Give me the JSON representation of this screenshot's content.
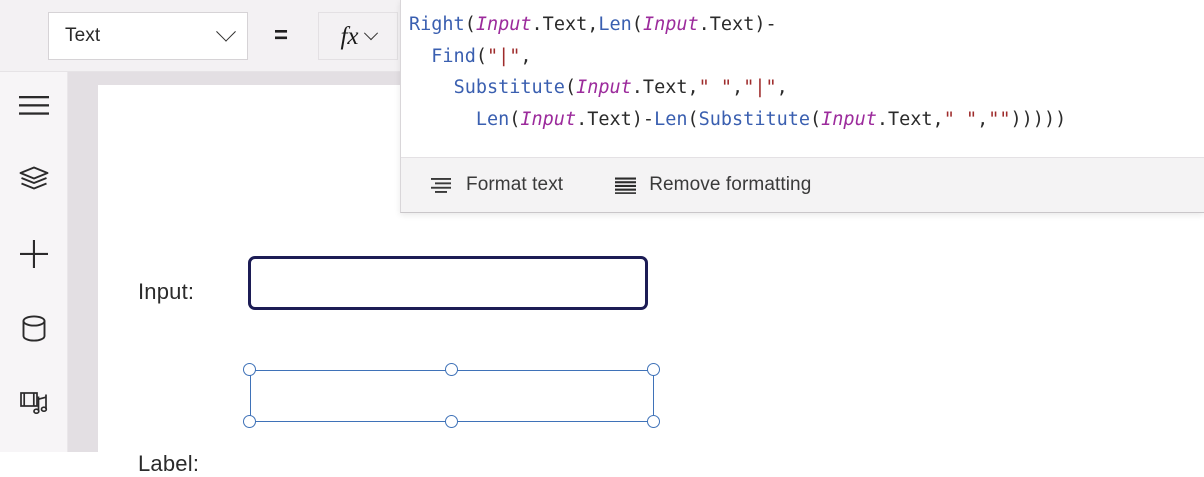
{
  "topbar": {
    "property_selector": {
      "selected": "Text",
      "icon": "chevron-down-icon"
    },
    "equals": "=",
    "fx_button": {
      "glyph": "fx",
      "icon": "chevron-down-icon"
    }
  },
  "formula_bar": {
    "lines": [
      [
        {
          "t": "Right",
          "c": "fn"
        },
        {
          "t": "(",
          "c": "punct"
        },
        {
          "t": "Input",
          "c": "ident"
        },
        {
          "t": ".Text,",
          "c": "prop"
        },
        {
          "t": "Len",
          "c": "fn"
        },
        {
          "t": "(",
          "c": "punct"
        },
        {
          "t": "Input",
          "c": "ident"
        },
        {
          "t": ".Text)-",
          "c": "prop"
        }
      ],
      [
        {
          "t": "  ",
          "c": "punct"
        },
        {
          "t": "Find",
          "c": "fn"
        },
        {
          "t": "(",
          "c": "punct"
        },
        {
          "t": "\"|\"",
          "c": "str"
        },
        {
          "t": ",",
          "c": "punct"
        }
      ],
      [
        {
          "t": "    ",
          "c": "punct"
        },
        {
          "t": "Substitute",
          "c": "fn"
        },
        {
          "t": "(",
          "c": "punct"
        },
        {
          "t": "Input",
          "c": "ident"
        },
        {
          "t": ".Text,",
          "c": "prop"
        },
        {
          "t": "\" \"",
          "c": "str"
        },
        {
          "t": ",",
          "c": "punct"
        },
        {
          "t": "\"|\"",
          "c": "str"
        },
        {
          "t": ",",
          "c": "punct"
        }
      ],
      [
        {
          "t": "      ",
          "c": "punct"
        },
        {
          "t": "Len",
          "c": "fn"
        },
        {
          "t": "(",
          "c": "punct"
        },
        {
          "t": "Input",
          "c": "ident"
        },
        {
          "t": ".Text)-",
          "c": "prop"
        },
        {
          "t": "Len",
          "c": "fn"
        },
        {
          "t": "(",
          "c": "punct"
        },
        {
          "t": "Substitute",
          "c": "fn"
        },
        {
          "t": "(",
          "c": "punct"
        },
        {
          "t": "Input",
          "c": "ident"
        },
        {
          "t": ".Text,",
          "c": "prop"
        },
        {
          "t": "\" \"",
          "c": "str"
        },
        {
          "t": ",",
          "c": "punct"
        },
        {
          "t": "\"\"",
          "c": "str"
        },
        {
          "t": ")))))",
          "c": "punct"
        }
      ]
    ],
    "plain_text": "Right(Input.Text,Len(Input.Text)-\n  Find(\"|\",\n    Substitute(Input.Text,\" \",\"|\",\n      Len(Input.Text)-Len(Substitute(Input.Text,\" \",\"\")))))",
    "toolbar": {
      "format_text": {
        "label": "Format text",
        "icon": "format-text-icon"
      },
      "remove_formatting": {
        "label": "Remove formatting",
        "icon": "remove-formatting-icon"
      }
    }
  },
  "left_rail": {
    "items": [
      {
        "name": "menu-icon",
        "tooltip": "Menu"
      },
      {
        "name": "tree-view-icon",
        "tooltip": "Tree view"
      },
      {
        "name": "insert-icon",
        "tooltip": "Insert"
      },
      {
        "name": "data-icon",
        "tooltip": "Data"
      },
      {
        "name": "media-icon",
        "tooltip": "Media"
      }
    ]
  },
  "canvas": {
    "controls": [
      {
        "label": "Input:",
        "type": "text-input",
        "value": "",
        "selected": false
      },
      {
        "label": "Label:",
        "type": "label",
        "value": "",
        "selected": true
      }
    ]
  },
  "colors": {
    "function": "#3a5fb0",
    "identifier": "#9c2b9c",
    "string": "#9e2b2b",
    "punctuation": "#2b2b2b",
    "selection": "#3f72b8",
    "input_border": "#1c1c55",
    "chrome": "#f3f1f3",
    "surface": "#e3dfe3"
  }
}
